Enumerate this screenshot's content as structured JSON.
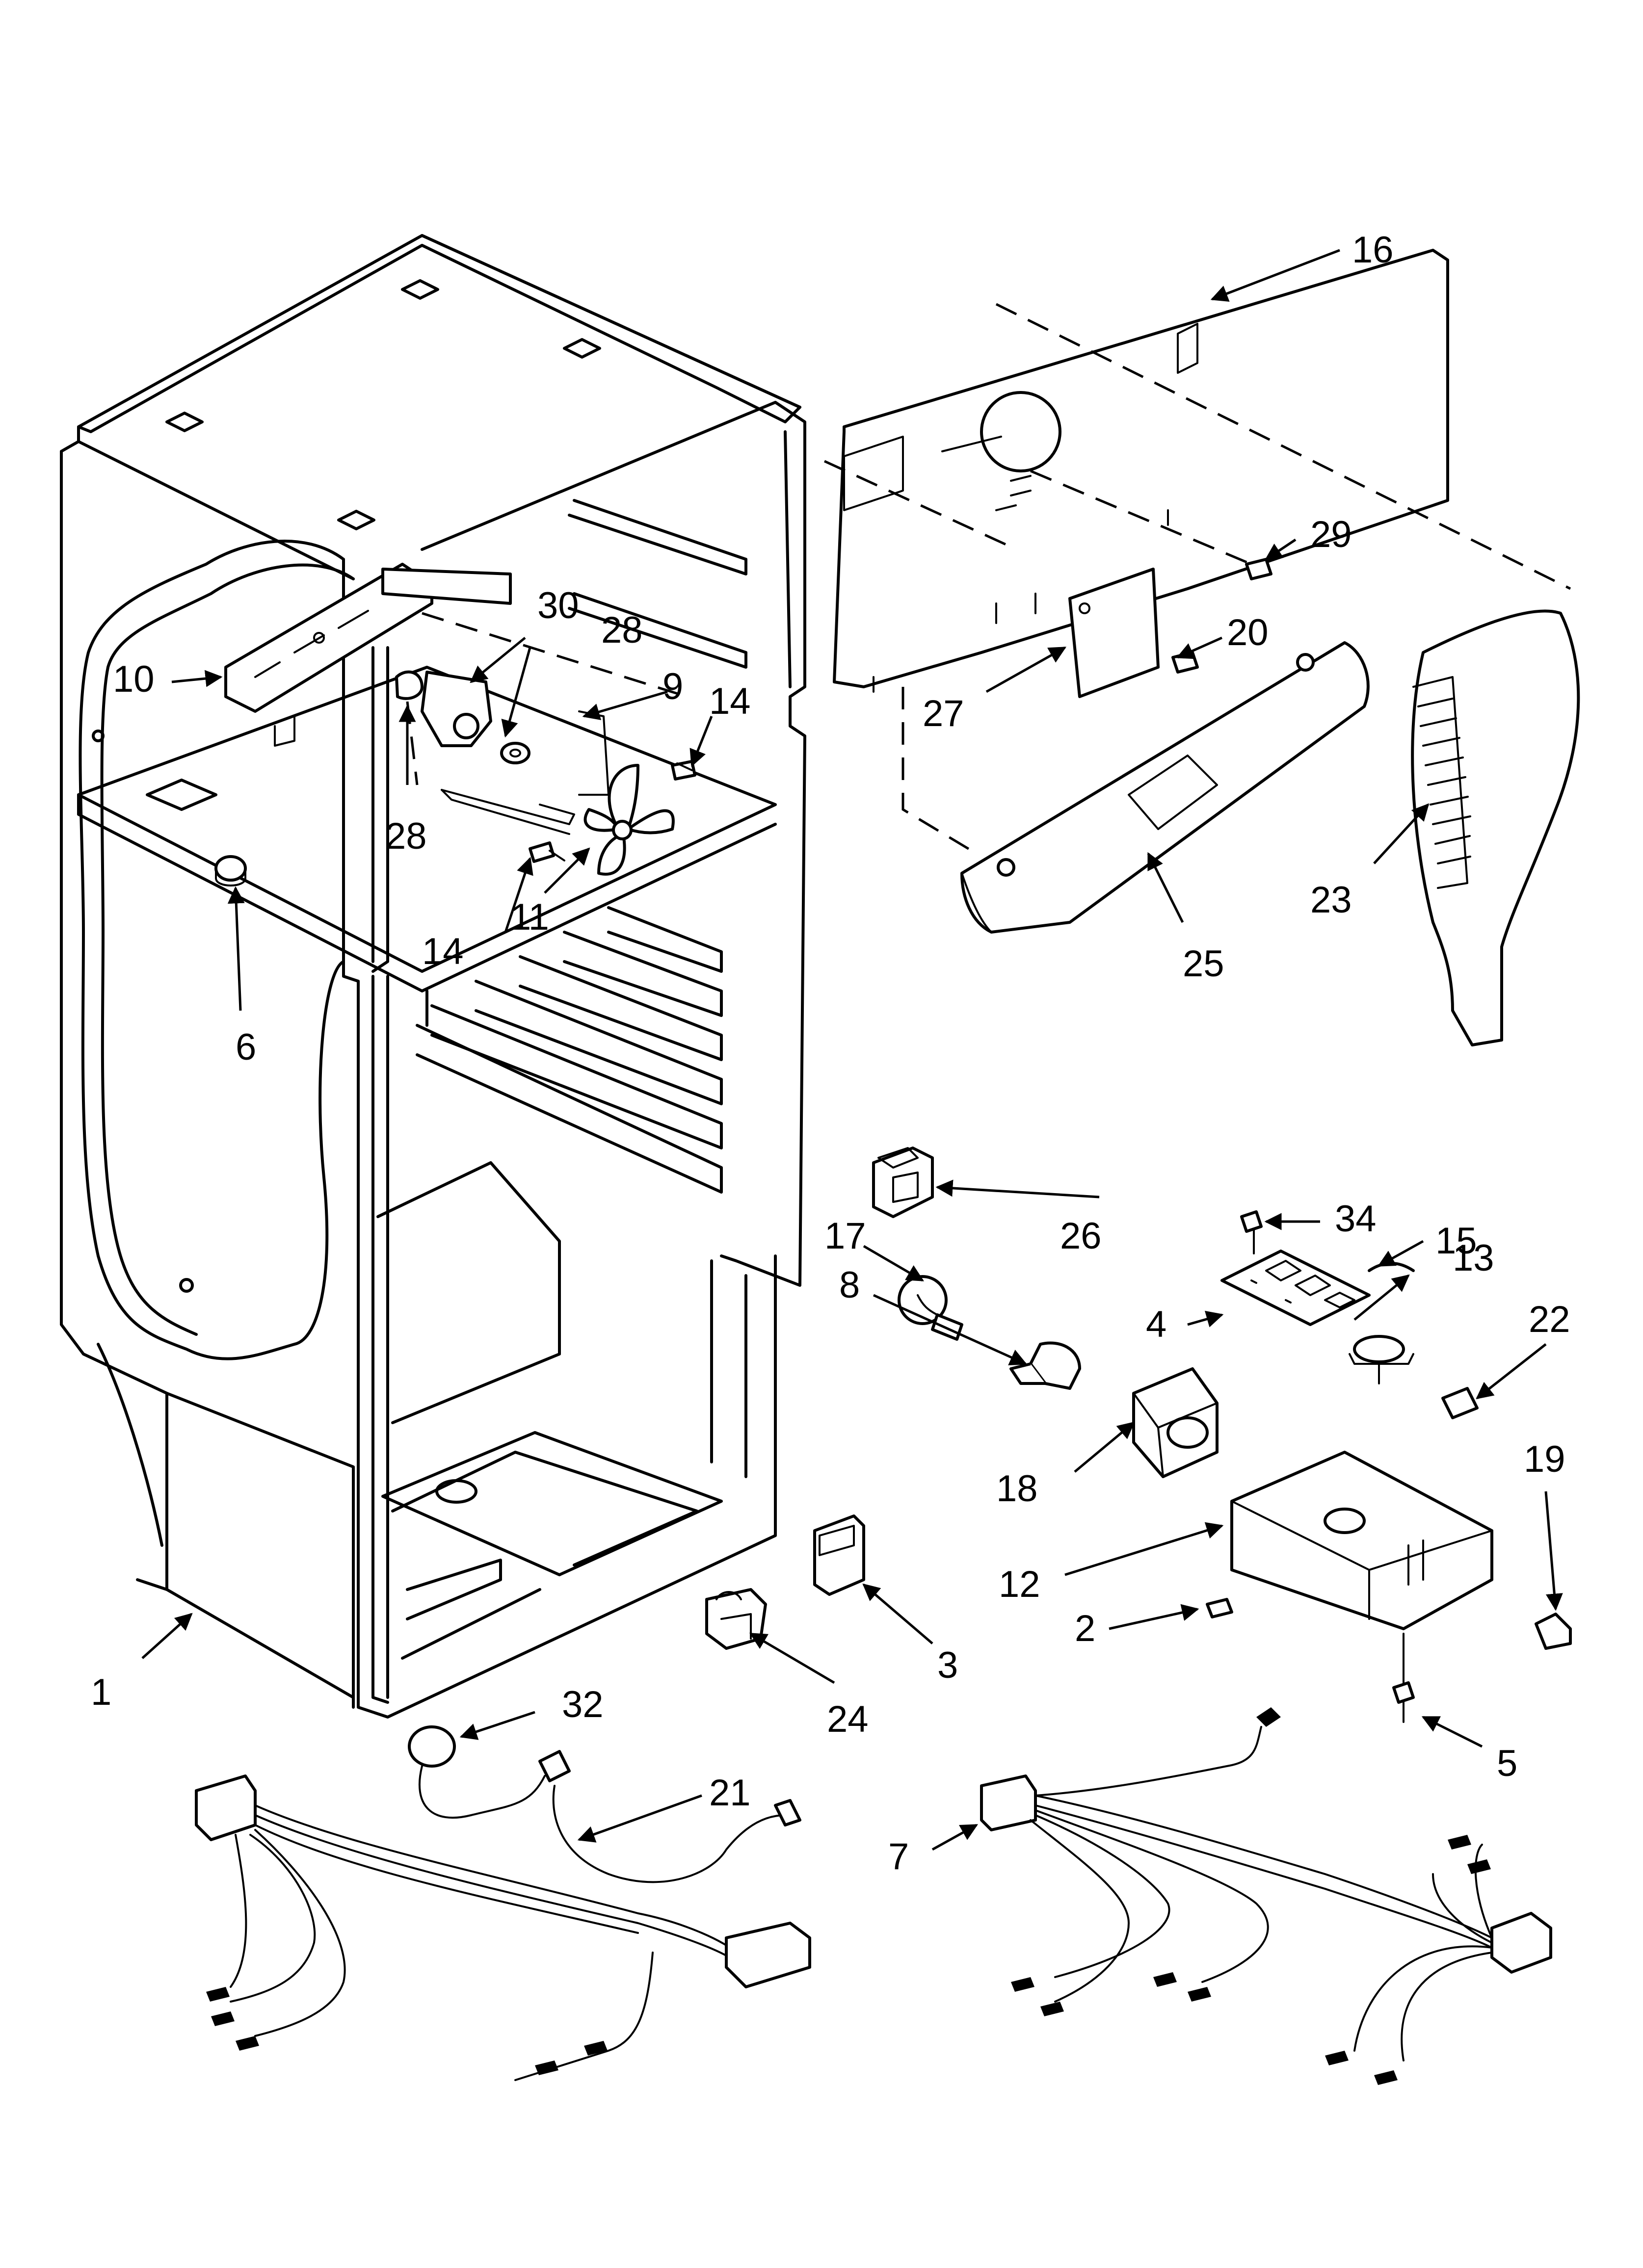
{
  "diagram": {
    "type": "exploded parts diagram",
    "callouts": [
      {
        "id": "c1",
        "label": "1"
      },
      {
        "id": "c2",
        "label": "2"
      },
      {
        "id": "c3",
        "label": "3"
      },
      {
        "id": "c4",
        "label": "4"
      },
      {
        "id": "c5",
        "label": "5"
      },
      {
        "id": "c6",
        "label": "6"
      },
      {
        "id": "c7",
        "label": "7"
      },
      {
        "id": "c8",
        "label": "8"
      },
      {
        "id": "c9",
        "label": "9"
      },
      {
        "id": "c10",
        "label": "10"
      },
      {
        "id": "c11",
        "label": "11"
      },
      {
        "id": "c12",
        "label": "12"
      },
      {
        "id": "c13",
        "label": "13"
      },
      {
        "id": "c14a",
        "label": "14"
      },
      {
        "id": "c14b",
        "label": "14"
      },
      {
        "id": "c15",
        "label": "15"
      },
      {
        "id": "c16",
        "label": "16"
      },
      {
        "id": "c17",
        "label": "17"
      },
      {
        "id": "c18",
        "label": "18"
      },
      {
        "id": "c19",
        "label": "19"
      },
      {
        "id": "c20",
        "label": "20"
      },
      {
        "id": "c21",
        "label": "21"
      },
      {
        "id": "c22",
        "label": "22"
      },
      {
        "id": "c23",
        "label": "23"
      },
      {
        "id": "c24",
        "label": "24"
      },
      {
        "id": "c25",
        "label": "25"
      },
      {
        "id": "c26",
        "label": "26"
      },
      {
        "id": "c27",
        "label": "27"
      },
      {
        "id": "c28a",
        "label": "28"
      },
      {
        "id": "c28b",
        "label": "28"
      },
      {
        "id": "c29",
        "label": "29"
      },
      {
        "id": "c30",
        "label": "30"
      },
      {
        "id": "c32",
        "label": "32"
      },
      {
        "id": "c34",
        "label": "34"
      }
    ]
  }
}
